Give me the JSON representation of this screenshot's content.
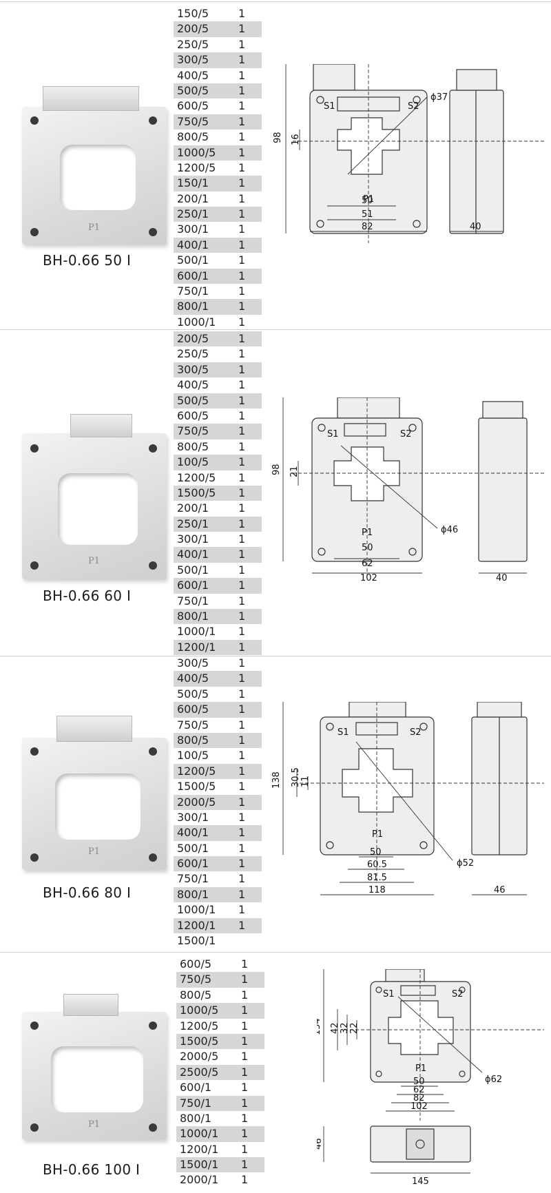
{
  "models": [
    {
      "model": "BH-0.66 50 I",
      "ratios": [
        {
          "ratio": "150/5",
          "qty": "1"
        },
        {
          "ratio": "200/5",
          "qty": "1"
        },
        {
          "ratio": "250/5",
          "qty": "1"
        },
        {
          "ratio": "300/5",
          "qty": "1"
        },
        {
          "ratio": "400/5",
          "qty": "1"
        },
        {
          "ratio": "500/5",
          "qty": "1"
        },
        {
          "ratio": "600/5",
          "qty": "1"
        },
        {
          "ratio": "750/5",
          "qty": "1"
        },
        {
          "ratio": "800/5",
          "qty": "1"
        },
        {
          "ratio": "1000/5",
          "qty": "1"
        },
        {
          "ratio": "1200/5",
          "qty": "1"
        },
        {
          "ratio": "150/1",
          "qty": "1"
        },
        {
          "ratio": "200/1",
          "qty": "1"
        },
        {
          "ratio": "250/1",
          "qty": "1"
        },
        {
          "ratio": "300/1",
          "qty": "1"
        },
        {
          "ratio": "400/1",
          "qty": "1"
        },
        {
          "ratio": "500/1",
          "qty": "1"
        },
        {
          "ratio": "600/1",
          "qty": "1"
        },
        {
          "ratio": "750/1",
          "qty": "1"
        },
        {
          "ratio": "800/1",
          "qty": "1"
        },
        {
          "ratio": "1000/1",
          "qty": "1"
        }
      ],
      "dims": {
        "height": "98",
        "window": "16",
        "hole": "ϕ37",
        "w1": "50",
        "w2": "51",
        "width": "82",
        "depth": "40"
      },
      "labels": {
        "s1": "S1",
        "s2": "S2",
        "p1": "P1"
      }
    },
    {
      "model": "BH-0.66 60 I",
      "ratios": [
        {
          "ratio": "200/5",
          "qty": "1"
        },
        {
          "ratio": "250/5",
          "qty": "1"
        },
        {
          "ratio": "300/5",
          "qty": "1"
        },
        {
          "ratio": "400/5",
          "qty": "1"
        },
        {
          "ratio": "500/5",
          "qty": "1"
        },
        {
          "ratio": "600/5",
          "qty": "1"
        },
        {
          "ratio": "750/5",
          "qty": "1"
        },
        {
          "ratio": "800/5",
          "qty": "1"
        },
        {
          "ratio": "100/5",
          "qty": "1"
        },
        {
          "ratio": "1200/5",
          "qty": "1"
        },
        {
          "ratio": "1500/5",
          "qty": "1"
        },
        {
          "ratio": "200/1",
          "qty": "1"
        },
        {
          "ratio": "250/1",
          "qty": "1"
        },
        {
          "ratio": "300/1",
          "qty": "1"
        },
        {
          "ratio": "400/1",
          "qty": "1"
        },
        {
          "ratio": "500/1",
          "qty": "1"
        },
        {
          "ratio": "600/1",
          "qty": "1"
        },
        {
          "ratio": "750/1",
          "qty": "1"
        },
        {
          "ratio": "800/1",
          "qty": "1"
        },
        {
          "ratio": "1000/1",
          "qty": "1"
        },
        {
          "ratio": "1200/1",
          "qty": "1"
        }
      ],
      "dims": {
        "height": "98",
        "window": "21",
        "hole": "ϕ46",
        "w1": "50",
        "w2": "62",
        "width": "102",
        "depth": "40"
      },
      "labels": {
        "s1": "S1",
        "s2": "S2",
        "p1": "P1"
      }
    },
    {
      "model": "BH-0.66 80 I",
      "ratios": [
        {
          "ratio": "300/5",
          "qty": "1"
        },
        {
          "ratio": "400/5",
          "qty": "1"
        },
        {
          "ratio": "500/5",
          "qty": "1"
        },
        {
          "ratio": "600/5",
          "qty": "1"
        },
        {
          "ratio": "750/5",
          "qty": "1"
        },
        {
          "ratio": "800/5",
          "qty": "1"
        },
        {
          "ratio": "100/5",
          "qty": "1"
        },
        {
          "ratio": "1200/5",
          "qty": "1"
        },
        {
          "ratio": "1500/5",
          "qty": "1"
        },
        {
          "ratio": "2000/5",
          "qty": "1"
        },
        {
          "ratio": "300/1",
          "qty": "1"
        },
        {
          "ratio": "400/1",
          "qty": "1"
        },
        {
          "ratio": "500/1",
          "qty": "1"
        },
        {
          "ratio": "600/1",
          "qty": "1"
        },
        {
          "ratio": "750/1",
          "qty": "1"
        },
        {
          "ratio": "800/1",
          "qty": "1"
        },
        {
          "ratio": "1000/1",
          "qty": "1"
        },
        {
          "ratio": "1200/1",
          "qty": "1"
        },
        {
          "ratio": "1500/1",
          "qty": ""
        }
      ],
      "dims": {
        "height": "138",
        "window1": "30.5",
        "window2": "11",
        "hole": "ϕ52",
        "w1": "50",
        "w2": "60.5",
        "w3": "81.5",
        "width": "118",
        "depth": "46"
      },
      "labels": {
        "s1": "S1",
        "s2": "S2",
        "p1": "P1"
      }
    },
    {
      "model": "BH-0.66 100 I",
      "ratios": [
        {
          "ratio": "600/5",
          "qty": "1"
        },
        {
          "ratio": "750/5",
          "qty": "1"
        },
        {
          "ratio": "800/5",
          "qty": "1"
        },
        {
          "ratio": "1000/5",
          "qty": "1"
        },
        {
          "ratio": "1200/5",
          "qty": "1"
        },
        {
          "ratio": "1500/5",
          "qty": "1"
        },
        {
          "ratio": "2000/5",
          "qty": "1"
        },
        {
          "ratio": "2500/5",
          "qty": "1"
        },
        {
          "ratio": "600/1",
          "qty": "1"
        },
        {
          "ratio": "750/1",
          "qty": "1"
        },
        {
          "ratio": "800/1",
          "qty": "1"
        },
        {
          "ratio": "1000/1",
          "qty": "1"
        },
        {
          "ratio": "1200/1",
          "qty": "1"
        },
        {
          "ratio": "1500/1",
          "qty": "1"
        },
        {
          "ratio": "2000/1",
          "qty": "1"
        }
      ],
      "dims": {
        "height": "154",
        "window1": "42",
        "window2": "32",
        "window3": "22",
        "hole": "ϕ62",
        "w1": "50",
        "w2": "62",
        "w3": "82",
        "width": "102",
        "depth": "46",
        "length": "145"
      },
      "labels": {
        "s1": "S1",
        "s2": "S2",
        "p1": "P1"
      }
    }
  ]
}
